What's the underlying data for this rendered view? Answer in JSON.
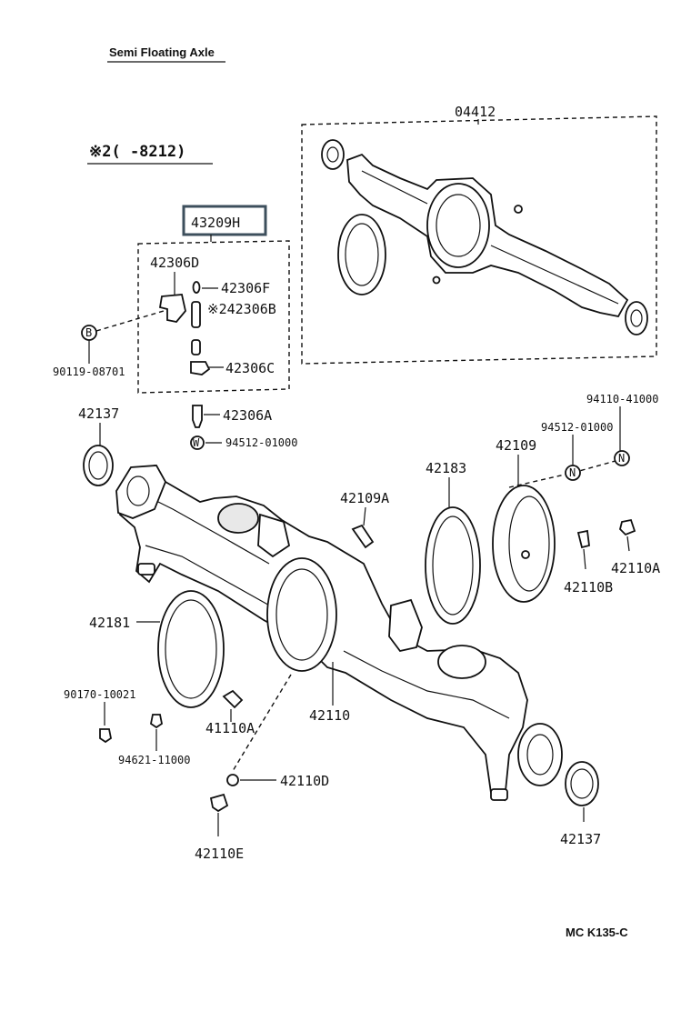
{
  "title": "Semi Floating Axle",
  "note_code": "※2(   -8212)",
  "highlight_color": "#3d4f5c",
  "ink_color": "#111111",
  "footer_code": "MC K135-C",
  "labels": {
    "p04412": "04412",
    "p43209H": "43209H",
    "p42306D": "42306D",
    "p42306F": "42306F",
    "p42306B": "※242306B",
    "p42306C": "42306C",
    "p90119": "90119-08701",
    "p42306A": "42306A",
    "p94512a": "94512-01000",
    "p42137a": "42137",
    "p94110": "94110-41000",
    "p94512b": "94512-01000",
    "p42109": "42109",
    "p42183": "42183",
    "p42109A": "42109A",
    "p42110A": "42110A",
    "p42110B": "42110B",
    "p42181": "42181",
    "p90170": "90170-10021",
    "p94621": "94621-11000",
    "p41110A": "41110A",
    "p42110": "42110",
    "p42110D": "42110D",
    "p42110E": "42110E",
    "p42137b": "42137"
  },
  "markers": {
    "b": "B",
    "w": "W",
    "n1": "N",
    "n2": "N"
  }
}
